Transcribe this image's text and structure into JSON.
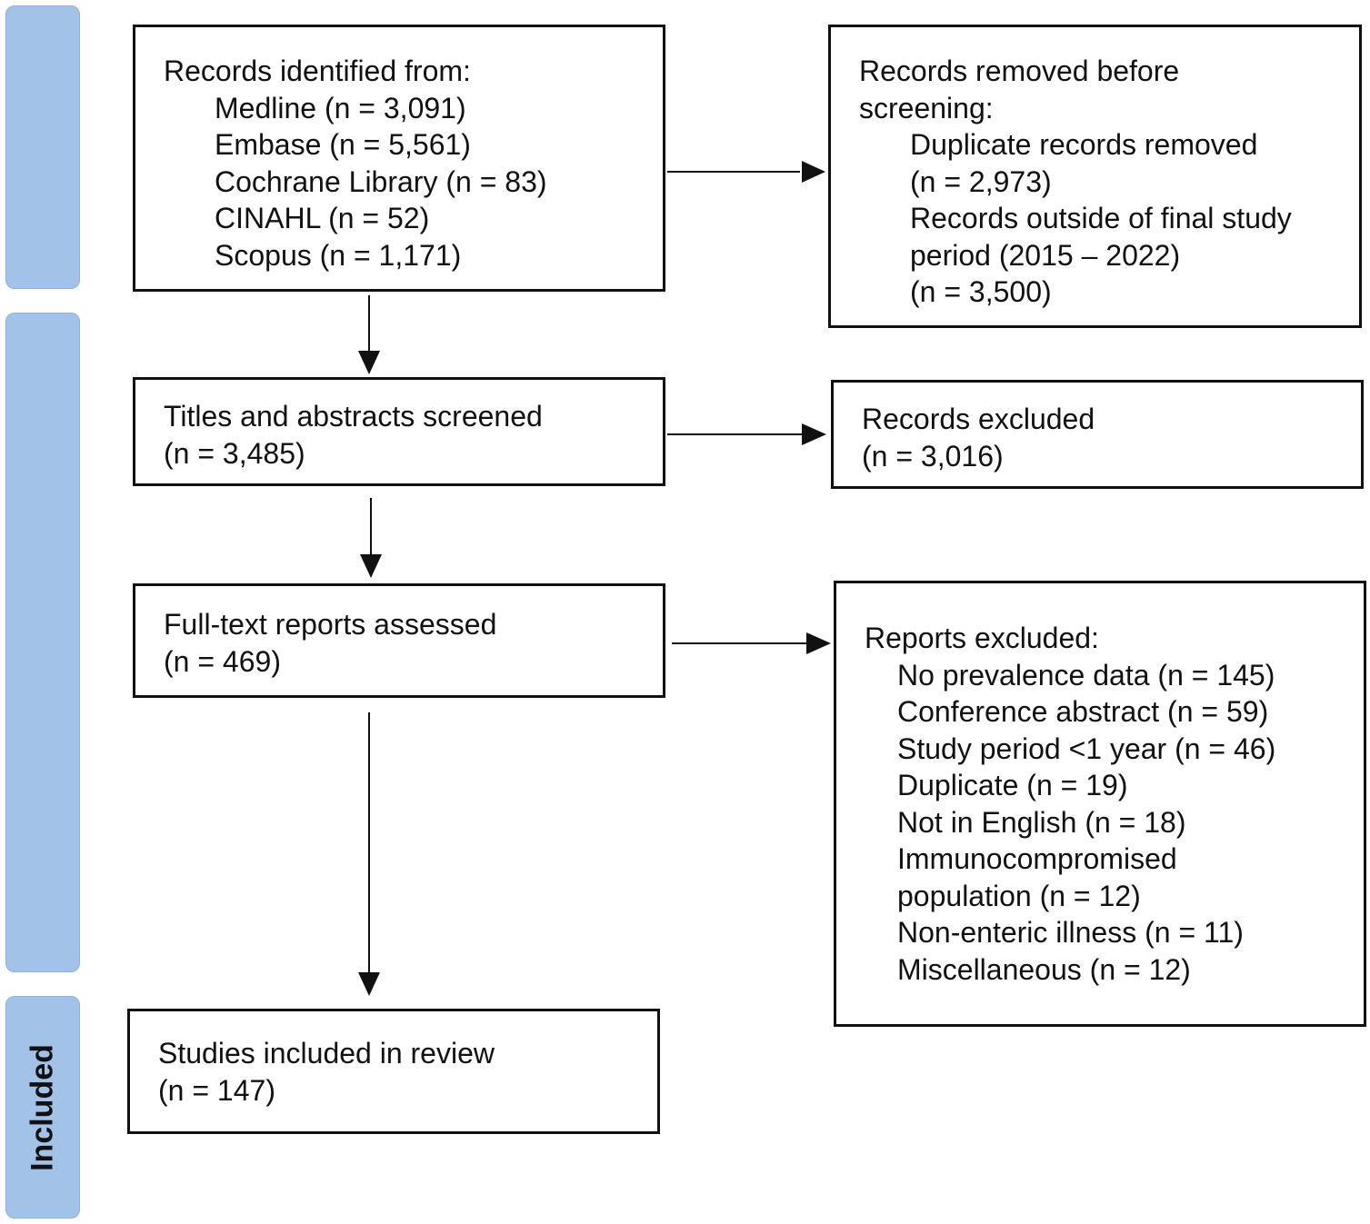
{
  "phases": {
    "identification": "",
    "screening": "",
    "included": "Included"
  },
  "identification": {
    "records_identified": {
      "heading": "Records identified from:",
      "sources": [
        "Medline (n = 3,091)",
        "Embase (n = 5,561)",
        "Cochrane Library (n = 83)",
        "CINAHL (n = 52)",
        "Scopus (n = 1,171)"
      ]
    },
    "records_removed": {
      "heading_line1": "Records removed before",
      "heading_line2": "screening:",
      "lines": [
        "Duplicate records removed",
        "(n = 2,973)",
        "Records outside of final study",
        "period (2015 – 2022)",
        "(n = 3,500)"
      ]
    }
  },
  "screening": {
    "screened": {
      "title": "Titles and abstracts screened",
      "count": "(n = 3,485)"
    },
    "excluded": {
      "title": "Records excluded",
      "count": "(n = 3,016)"
    },
    "assessed": {
      "title": "Full-text reports assessed",
      "count": "(n = 469)"
    },
    "reports_excluded": {
      "heading": "Reports excluded:",
      "reasons": [
        "No prevalence data (n = 145)",
        "Conference abstract (n = 59)",
        "Study period <1 year (n = 46)",
        "Duplicate (n = 19)",
        "Not in English (n = 18)",
        "Immunocompromised",
        "population (n = 12)",
        "Non-enteric illness (n = 11)",
        "Miscellaneous (n = 12)"
      ]
    }
  },
  "included": {
    "studies": {
      "title": "Studies included in review",
      "count": "(n = 147)"
    }
  }
}
